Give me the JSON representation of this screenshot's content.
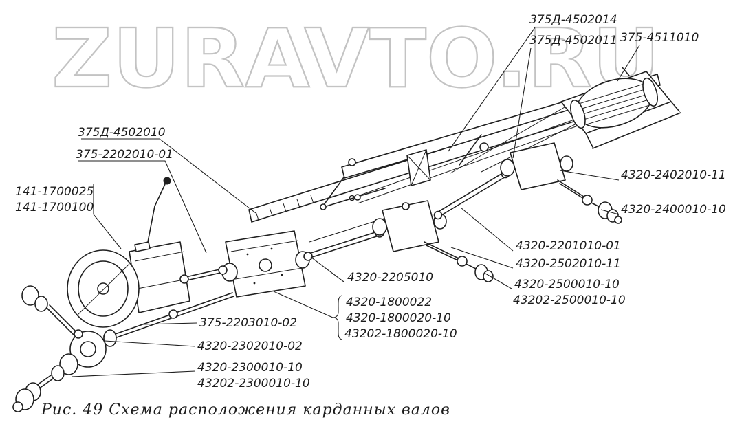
{
  "watermark": {
    "text": "ZURAVTO.RU"
  },
  "figure": {
    "caption": "Рис. 49 Схема расположения карданных валов"
  },
  "colors": {
    "ink": "#1f1f1f",
    "watermark": "#c3c3c3",
    "background": "#ffffff"
  },
  "part_labels": [
    {
      "text": "375Д-4502014"
    },
    {
      "text": "375Д-4502011"
    },
    {
      "text": "375-4511010"
    },
    {
      "text": "375Д-4502010"
    },
    {
      "text": "375-2202010-01"
    },
    {
      "text": "141-1700025"
    },
    {
      "text": "141-1700100"
    },
    {
      "text": "4320-2402010-11"
    },
    {
      "text": "4320-2400010-10"
    },
    {
      "text": "4320-2201010-01"
    },
    {
      "text": "4320-2502010-11"
    },
    {
      "text": "4320-2500010-10"
    },
    {
      "text": "43202-2500010-10"
    },
    {
      "text": "4320-2205010"
    },
    {
      "text": "4320-1800022"
    },
    {
      "text": "4320-1800020-10"
    },
    {
      "text": "43202-1800020-10"
    },
    {
      "text": "375-2203010-02"
    },
    {
      "text": "4320-2302010-02"
    },
    {
      "text": "4320-2300010-10"
    },
    {
      "text": "43202-2300010-10"
    }
  ]
}
